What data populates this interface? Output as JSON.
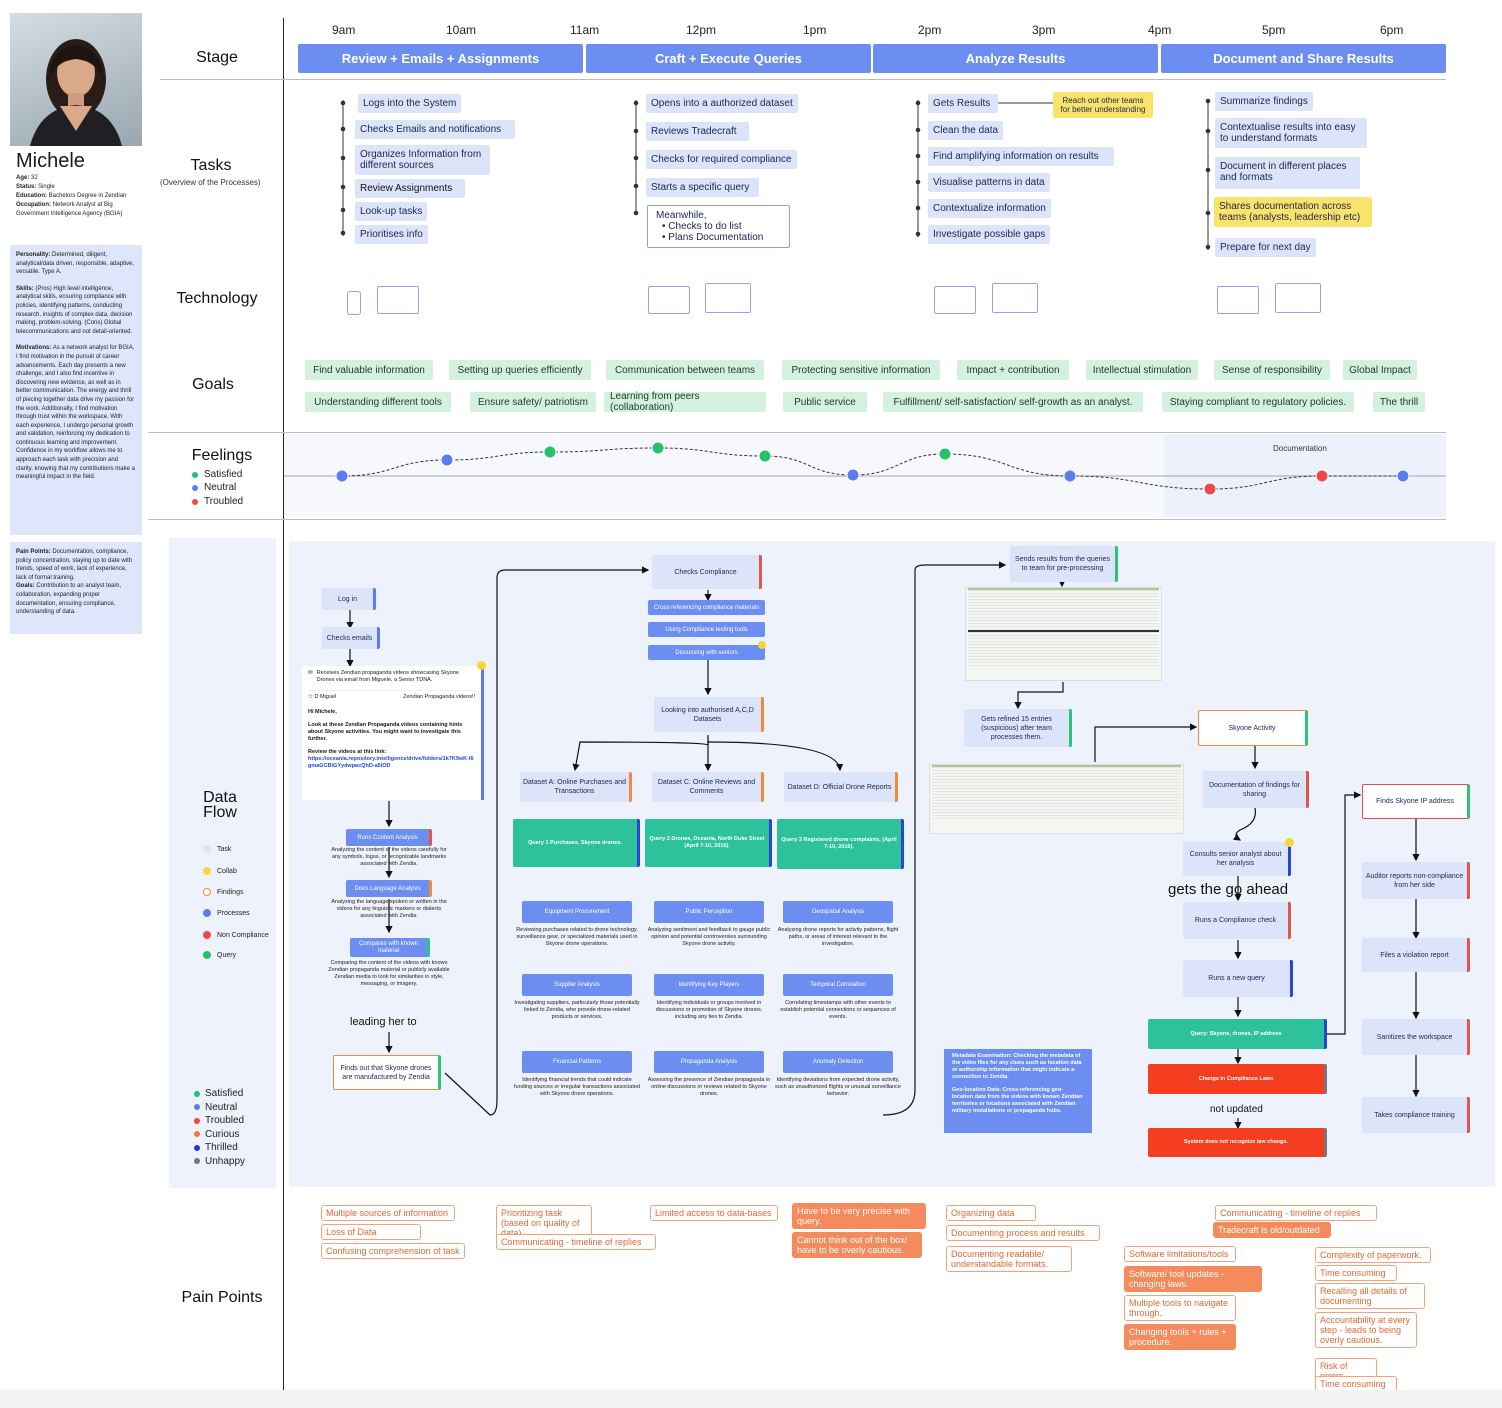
{
  "persona": {
    "name": "Michele",
    "age_label": "Age:",
    "age": "32",
    "status_label": "Status:",
    "status": "Single",
    "education_label": "Education:",
    "education": "Bachelors Degree in Zendian",
    "occupation_label": "Occupation:",
    "occupation": "Network Analyst at Big Government Intelligence Agency (BGIA)",
    "personality_label": "Personality:",
    "personality": "Determined, diligent, analytical/data driven, responsible, adaptive, versatile. Type A.",
    "skills_label": "Skills:",
    "skills": "(Pros) High level intelligence, analytical skills, ensuring compliance with policies, identifying patterns, conducting research, insights of complex data, decision making, problem-solving. (Cons) Global telecommunications and not detail-oriented.",
    "motivations_label": "Motivations:",
    "motivations": "As a network analyst for BGIA, I find motivation in the pursuit of career advancements. Each day presents a new challenge, and I also find incentive in discovering new evidence, as well as in better communication. The energy and thrill of piecing together data drive my passion for the work. Additionally, I find motivation through trust within the workspace. With each experience, I undergo personal growth and validation, reinforcing my dedication to continuous learning and improvement. Confidence in my workflow allows me to approach each task with precision and clarity, knowing that my contributions make a meaningful impact in the field.",
    "pain_points_label": "Pain Points:",
    "pain_points": "Documentation, compliance, policy concentration, staying up to date with trends, speed of work, lack of experience, lack of formal training.",
    "goals_label": "Goals:",
    "goals": "Contribution to an analyst team, collaboration, expanding proper documentation, ensuring compliance, understanding of data."
  },
  "rows": {
    "stage": "Stage",
    "tasks": "Tasks",
    "tasks_sub": "(Overview of the Processes)",
    "technology": "Technology",
    "goals": "Goals",
    "feelings": "Feelings",
    "data_flow": "Data Flow",
    "pain_points": "Pain Points"
  },
  "hours": [
    "9am",
    "10am",
    "11am",
    "12pm",
    "1pm",
    "2pm",
    "3pm",
    "4pm",
    "5pm",
    "6pm"
  ],
  "stages": [
    "Review + Emails + Assignments",
    "Craft + Execute Queries",
    "Analyze Results",
    "Document and Share Results"
  ],
  "tasks": {
    "col1": [
      "Logs into the System",
      "Checks Emails and notifications",
      "Organizes Information from different sources",
      "Review Assignments",
      "Look-up tasks",
      "Prioritises info"
    ],
    "col2": [
      "Opens into a authorized dataset",
      "Reviews Tradecraft",
      "Checks for required compliance",
      "Starts a specific query"
    ],
    "col2_note": {
      "title": "Meanwhile,",
      "items": [
        "Checks to do list",
        "Plans Documentation"
      ]
    },
    "col3": [
      "Gets Results",
      "Clean the data",
      "Find amplifying information on results",
      "Visualise patterns in data",
      "Contextualize information",
      "Investigate possible gaps"
    ],
    "col3_note": "Reach out other teams for better understanding",
    "col4": [
      "Summarize findings",
      "Contextualise results into easy to understand formats",
      "Document in different places and formats",
      "Shares documentation across teams (analysts, leadership etc)",
      "Prepare for next day"
    ]
  },
  "goals": {
    "row1": [
      "Find valuable information",
      "Setting up queries efficiently",
      "Communication between teams",
      "Protecting sensitive information",
      "Impact + contribution",
      "Intellectual stimulation",
      "Sense of responsibility",
      "Global Impact"
    ],
    "row2": [
      "Understanding different tools",
      "Ensure safety/ patriotism",
      "Learning from peers (collaboration)",
      "Public service",
      "Fulfillment/ self-satisfaction/ self-growth as an analyst.",
      "Staying compliant to regulatory policies.",
      "The thrill"
    ]
  },
  "feelings": {
    "legend": [
      "Satisfied",
      "Neutral",
      "Troubled"
    ],
    "documentation_label": "Documentation",
    "points": [
      "neutral",
      "neutral",
      "satisfied",
      "satisfied",
      "satisfied",
      "neutral",
      "satisfied",
      "neutral",
      "troubled",
      "troubled",
      "neutral"
    ]
  },
  "colors": {
    "satisfied": "#26c06d",
    "neutral": "#5b7cf0",
    "troubled": "#ec4a4a",
    "curious": "#f07a3c",
    "thrilled": "#1c3ac8",
    "unhappy": "#777777",
    "stage": "#6b8ef0",
    "goal": "#d4f0df"
  },
  "flow_legend": [
    "Task",
    "Collab",
    "Findings",
    "Processes",
    "Non Compliance",
    "Query"
  ],
  "emotion_legend": [
    "Satisfied",
    "Neutral",
    "Troubled",
    "Curious",
    "Thrilled",
    "Unhappy"
  ],
  "flow": {
    "login": "Log in",
    "check_emails": "Checks emails",
    "email_subject": "Receives Zendian propaganda videos showcasing Skyone Drones via email from Miguele, a Senior TDNA.",
    "email_from": "Miguel",
    "email_title": "Zendian Propaganda videos!!",
    "email_greeting": "Hi Michele,",
    "email_body": "Look at these Zendian Propaganda videos containing hints about Skyone activities. You might want to investigate this further.",
    "email_link_label": "Review the videos at this link:",
    "email_link": "https://oceania.repository.intelligence/drive/folders/1k7K9wK-l6gmaGCBiGYydwpacQhD-a5lOD",
    "runs_content": "Runs Content Analysis",
    "runs_content_desc": "Analyzing the content of the videos carefully for any symbols, logos, or recognizable landmarks associated with Zendia.",
    "does_language": "Does Language Analysis",
    "does_language_desc": "Analyzing the language spoken or written in the videos for any linguistic markers or dialects associated with Zendia.",
    "compares": "Compares with known material",
    "compares_desc": "Comparing the content of the videos with known Zendian propaganda material or publicly available Zendian media to look for similarities in style, messaging, or imagery.",
    "leading": "leading her to",
    "finds_out": "Finds out that Skyone drones are manufactured by Zendia",
    "checks_compliance": "Checks Compliance",
    "cross_ref": "Cross referencing compliance materials",
    "using_tools": "Using Compliance testing tools",
    "discussing": "Discussing with seniors",
    "looking": "Looking into authorised A,C,D Datasets",
    "dataset_a": "Dataset A: Online Purchases and Transactions",
    "dataset_c": "Dataset C: Online Reviews and Comments",
    "dataset_d": "Dataset D: Official Drone Reports",
    "query1": "Query 1 Purchases, Skyone drones.",
    "query2": "Query 2 Drones, Oceania, North Duke Street (April 7-10, 2016).",
    "query3": "Query 3 Registered drone complaints, (April 7-10, 2016).",
    "analyses": [
      {
        "t": "Equipment Procurement",
        "d": "Reviewing purchases related to drone technology, surveillance gear, or specialized materials used in Skyone drone operations."
      },
      {
        "t": "Public Perception",
        "d": "Analyzing sentiment and feedback to gauge public opinion and potential controversies surrounding Skyone drone activity."
      },
      {
        "t": "Geospatial Analysis",
        "d": "Analyzing drone reports for activity patterns, flight paths, or areas of interest relevant to the investigation."
      },
      {
        "t": "Supplier Analysis",
        "d": "Investigating suppliers, particularly those potentially linked to Zendia, who provide drone-related products or services."
      },
      {
        "t": "Identifying Key Players",
        "d": "Identifying individuals or groups involved in discussions or promotion of Skyone drones, including any ties to Zendia."
      },
      {
        "t": "Temporal Correlation",
        "d": "Correlating timestamps with other events to establish potential connections or sequences of events."
      },
      {
        "t": "Financial Patterns",
        "d": "Identifying financial trends that could indicate funding sources or irregular transactions associated with Skyone drone operations."
      },
      {
        "t": "Propaganda Analysis",
        "d": "Assessing the presence of Zendian propaganda in online discussions or reviews related to Skyone drones."
      },
      {
        "t": "Anomaly Detection",
        "d": "Identifying deviations from expected drone activity, such as unauthorized flights or unusual surveillance behavior."
      }
    ],
    "sends_results": "Sends results from the queries to team for pre-processing",
    "refined": "Gets refined 15 entries (suspicious) after team processes them.",
    "metadata": "Metadata Examination: Checking the metadata of the video files for any clues such as location data or authorship information that might indicate a connection to Zendia.",
    "geolocation": "Geo-location Data: Cross-referencing geo-location data from the videos with known Zendian territories or locations associated with Zendian military installations or propaganda hubs.",
    "skyone_activity": "Skyone Activity",
    "documentation_findings": "Documentation of findings for sharing",
    "consults": "Consults senior analyst about her analysis",
    "go_ahead": "gets the go ahead",
    "runs_compliance": "Runs a Compliance check",
    "runs_query": "Runs a new query",
    "query_ip": "Query: Skyone, drones, IP address",
    "change_laws": "Change in Compliance Laws",
    "not_updated": "not updated",
    "system_not": "System does not recognize law change.",
    "finds_ip": "Finds Skyone IP address",
    "auditor": "Auditor reports non-compliance from her side",
    "files_violation": "Files a violation report",
    "sanitizes": "Sanitizes the workspace",
    "takes_training": "Takes compliance training"
  },
  "pain_points": {
    "c1": [
      "Multiple sources of information",
      "Loss of Data",
      "Confusing comprehension of task"
    ],
    "c2": [
      "Prioritizing task (based on quality of data)",
      "Communicating -  timeline of replies"
    ],
    "c3": [
      "Limited access to data-bases"
    ],
    "c4": [
      "Have to be very precise with query.",
      "Cannot think out of the box/ have to be overly cautious."
    ],
    "c5": [
      "Organizing data",
      "Documenting process and results",
      "Documenting readable/ understandable formats."
    ],
    "c6": [
      "Software limitations/tools",
      "Software/ tool updates - changing laws.",
      "Multiple tools to navigate through.",
      "Changing tools + rules + procedure."
    ],
    "c7": [
      "Communicating -  timeline of replies",
      "Tradecraft is old/outdated"
    ],
    "c8": [
      "Complexity of paperwork.",
      "Time consuming",
      "Recalling all details of documenting",
      "Accountability at every step - leads to being overly cautious.",
      "Risk of errors",
      "Time consuming"
    ]
  }
}
